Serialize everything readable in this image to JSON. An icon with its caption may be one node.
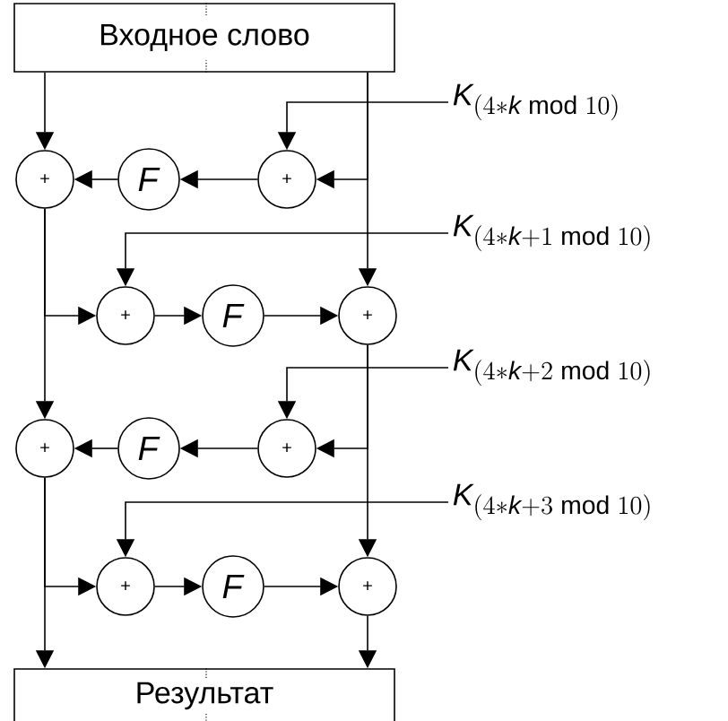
{
  "diagram": {
    "nodes": [
      {
        "text": [
          "Входное слово"
        ]
      },
      {
        "text": [
          "K_{(4 * k \\bmod 10)}"
        ]
      },
      {
        "text": [
          "+"
        ]
      },
      {
        "text": [
          "*F*"
        ]
      },
      {
        "text": [
          "+"
        ]
      },
      {
        "text": [
          "K_{(4 * k + 1 \\bmod 10)}"
        ]
      },
      {
        "text": [
          "+"
        ]
      },
      {
        "text": [
          "*F*"
        ]
      },
      {
        "text": [
          "+"
        ]
      },
      {
        "text": [
          "K_{(4 * k + 2 \\bmod 10)}"
        ]
      },
      {
        "text": [
          "+"
        ]
      },
      {
        "text": [
          "*F*"
        ]
      },
      {
        "text": [
          "+"
        ]
      },
      {
        "text": [
          "K_{(4 * k + 3 \\bmod 10)}"
        ]
      },
      {
        "text": [
          "+"
        ]
      },
      {
        "text": [
          "*F*"
        ]
      },
      {
        "text": [
          "+"
        ]
      },
      {
        "text": [
          "Результат"
        ]
      }
    ],
    "edges": [
      {
        "from": 0,
        "to": 2,
        "arrow": "to"
      },
      {
        "from": 0,
        "to": 4,
        "arrow": "to"
      },
      {
        "from": 0,
        "to": 8,
        "arrow": "to"
      },
      {
        "from": 1,
        "to": 4,
        "arrow": "to"
      },
      {
        "from": 4,
        "to": 3,
        "arrow": "to"
      },
      {
        "from": 3,
        "to": 2,
        "arrow": "to"
      },
      {
        "from": 2,
        "to": 6,
        "arrow": "to"
      },
      {
        "from": 2,
        "to": 10,
        "arrow": "to"
      },
      {
        "from": 5,
        "to": 6,
        "arrow": "to"
      },
      {
        "from": 6,
        "to": 7,
        "arrow": "to"
      },
      {
        "from": 7,
        "to": 8,
        "arrow": "to"
      },
      {
        "from": 8,
        "to": 12,
        "arrow": "to"
      },
      {
        "from": 8,
        "to": 16,
        "arrow": "to"
      },
      {
        "from": 9,
        "to": 12,
        "arrow": "to"
      },
      {
        "from": 12,
        "to": 11,
        "arrow": "to"
      },
      {
        "from": 11,
        "to": 10,
        "arrow": "to"
      },
      {
        "from": 10,
        "to": 14,
        "arrow": "to"
      },
      {
        "from": 10,
        "to": 17,
        "arrow": "to"
      },
      {
        "from": 13,
        "to": 14,
        "arrow": "to"
      },
      {
        "from": 14,
        "to": 15,
        "arrow": "to"
      },
      {
        "from": 15,
        "to": 16,
        "arrow": "to"
      },
      {
        "from": 16,
        "to": 17,
        "arrow": "to"
      }
    ]
  }
}
